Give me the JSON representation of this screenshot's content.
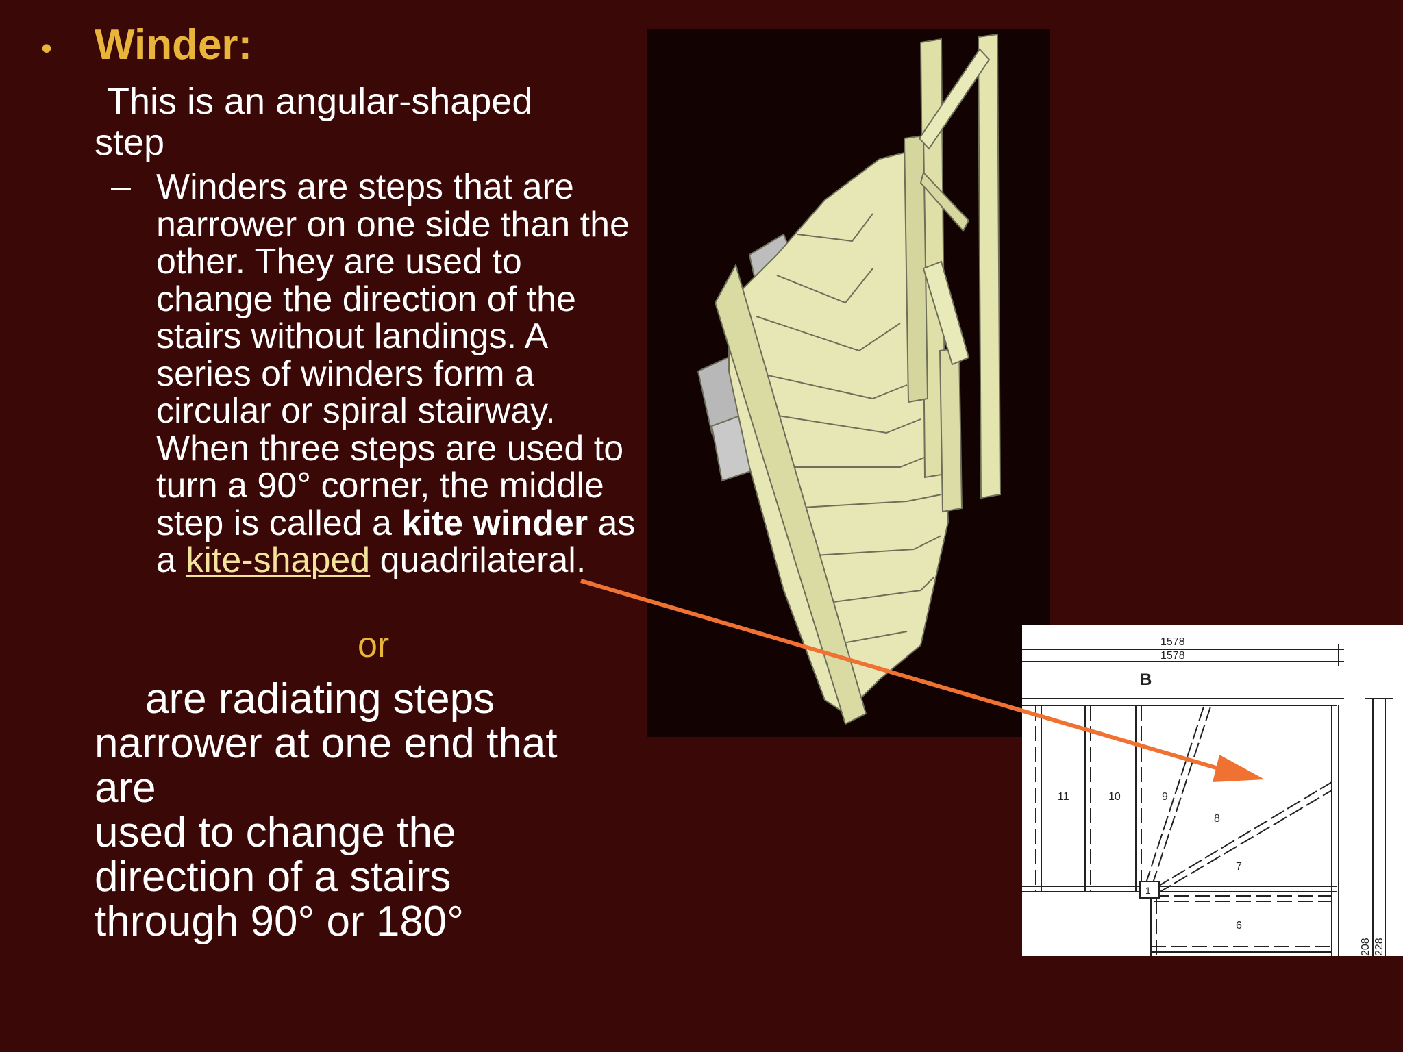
{
  "slide": {
    "bullet": "•",
    "heading": "Winder:",
    "intro_line1": "This is an angular-shaped",
    "intro_line2": "step",
    "dash": "–",
    "sub": {
      "part1": "Winders are steps that are narrower on one side than the other. They are used to change the direction of the stairs without landings. A series of winders form a circular or spiral stairway. When three steps are used to turn a 90° corner, the middle step is called a ",
      "bold": "kite winder",
      "mid": " as a ",
      "link": "kite-shaped",
      "end": " quadrilateral."
    },
    "or": "or",
    "bottom": {
      "line1": "are radiating steps",
      "line2": "narrower at one end that",
      "line3": "are",
      "line4": "used to change the",
      "line5": "direction of a stairs",
      "line6": "through 90° or 180°"
    }
  },
  "plan": {
    "dim_top1": "1578",
    "dim_top2": "1578",
    "label_b": "B",
    "steps": [
      "11",
      "10",
      "9",
      "8",
      "7",
      "6",
      "1"
    ],
    "dim_right1": "208",
    "dim_right2": "228"
  },
  "colors": {
    "background": "#3a0806",
    "accent": "#e8b53a",
    "link": "#f3e39b",
    "arrow": "#f07232"
  }
}
